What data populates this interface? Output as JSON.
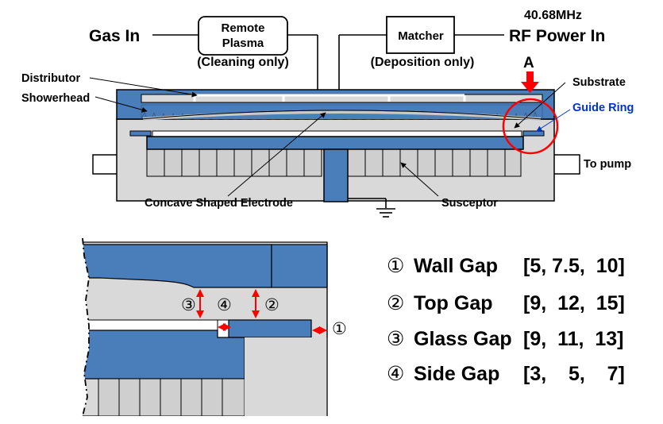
{
  "labels": {
    "gas_in": "Gas In",
    "remote_plasma_line1": "Remote",
    "remote_plasma_line2": "Plasma",
    "cleaning_only": "(Cleaning only)",
    "matcher": "Matcher",
    "deposition_only": "(Deposition only)",
    "frequency": "40.68MHz",
    "rf_power_in": "RF Power In",
    "detail_marker": "A",
    "distributor": "Distributor",
    "showerhead": "Showerhead",
    "substrate": "Substrate",
    "guide_ring": "Guide Ring",
    "to_pump": "To pump",
    "concave_electrode": "Concave Shaped Electrode",
    "susceptor": "Susceptor"
  },
  "detail": {
    "marker_1": "①",
    "marker_2": "②",
    "marker_3": "③",
    "marker_4": "④"
  },
  "legend": [
    {
      "num": "①",
      "name": "Wall Gap",
      "values": "[5, 7.5,  10]"
    },
    {
      "num": "②",
      "name": "Top Gap",
      "values": "[9,  12,  15]"
    },
    {
      "num": "③",
      "name": "Glass Gap",
      "values": "[9,  11,  13]"
    },
    {
      "num": "④",
      "name": "Side Gap",
      "values": "[3,    5,    7]"
    }
  ],
  "colors": {
    "electrode_blue": "#4a7ebb",
    "chamber_gray": "#d9d9d9",
    "guide_ring_text": "#0033cc",
    "highlight_red": "#ff0000"
  }
}
